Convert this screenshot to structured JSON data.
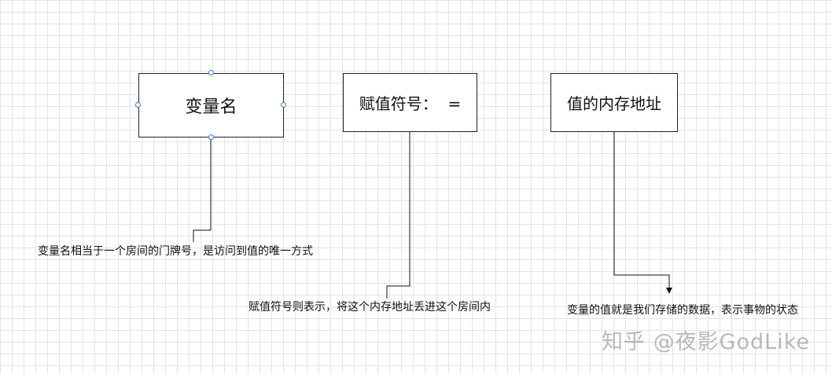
{
  "nodes": {
    "variable_name": {
      "label": "变量名"
    },
    "assign_symbol": {
      "label": "赋值符号：  ="
    },
    "memory_address": {
      "label": "值的内存地址"
    }
  },
  "captions": {
    "variable_name_note": "变量名相当于一个房间的门牌号，是访问到值的唯一方式",
    "assign_note": "赋值符号则表示，将这个内存地址丢进这个房间内",
    "value_note": "变量的值就是我们存储的数据，表示事物的状态"
  },
  "watermark": "知乎 @夜影GodLike",
  "colors": {
    "grid": "#e4e4e4",
    "line": "#111111",
    "handle": "#3a7bd5"
  }
}
